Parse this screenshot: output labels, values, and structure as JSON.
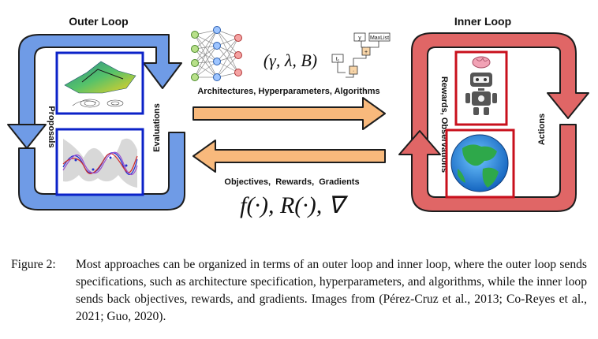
{
  "figure": {
    "outer_loop_title": "Outer Loop",
    "inner_loop_title": "Inner Loop",
    "proposals_label": "Proposals",
    "evaluations_label": "Evaluations",
    "rewards_observations_label": "Rewards, Observations",
    "actions_label": "Actions",
    "top_arrow_label": "Architectures, Hyperparameters, Algorithms",
    "top_math": "(γ, λ, B)",
    "bottom_arrow_label": "Objectives,  Rewards,  Gradients",
    "bottom_math": "f(·), R(·), ∇",
    "program_tree": {
      "node_top": "y",
      "node_right": "MaxList",
      "node_left": "t₁"
    },
    "colors": {
      "outer": "#6f9be6",
      "inner": "#e06666",
      "arrow": "#f8b97c",
      "frame_blue": "#0b22c8",
      "frame_red": "#c8101c"
    }
  },
  "caption": {
    "label": "Figure 2:",
    "text": "Most approaches can be organized in terms of an outer loop and inner loop, where the outer loop sends specifications, such as architecture specification, hyperparameters, and algorithms, while the inner loop sends back objectives, rewards, and gradients. Images from (Pérez-Cruz et al., 2013; Co-Reyes et al., 2021; Guo, 2020)."
  }
}
